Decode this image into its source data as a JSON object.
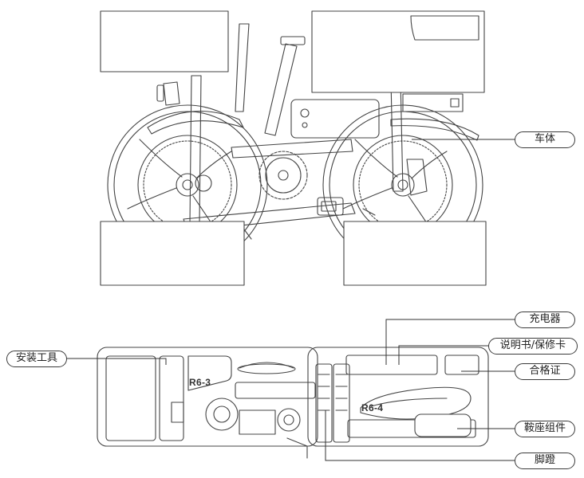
{
  "callouts": {
    "body": "车体",
    "tools": "安装工具",
    "charger": "充电器",
    "manual": "说明书/保修卡",
    "certificate": "合格证",
    "saddle": "鞍座组件",
    "pedals": "脚蹬"
  },
  "compartments": {
    "left": "R6-3",
    "right": "R6-4"
  }
}
